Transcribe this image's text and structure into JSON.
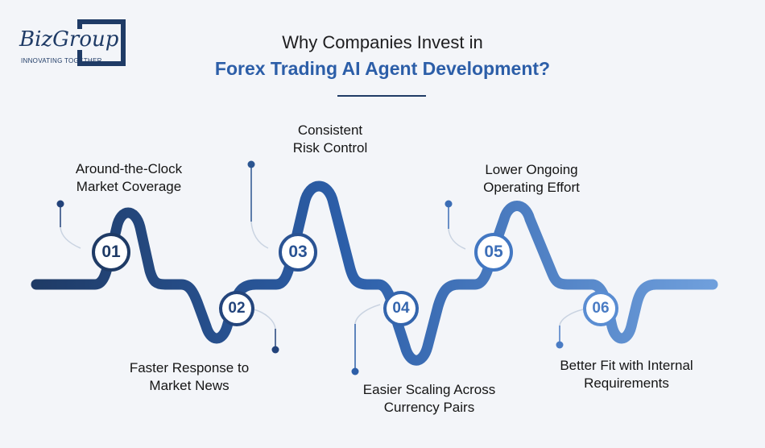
{
  "logo": {
    "name": "BizGroup",
    "tagline": "INNOVATING TOGETHER"
  },
  "header": {
    "title_line1": "Why Companies Invest in",
    "title_line2": "Forex Trading AI Agent Development?"
  },
  "colors": {
    "dark_navy": "#1f3b66",
    "accent_blue": "#2c5ea8",
    "light_blue": "#5b8fd3",
    "background": "#f3f5f9"
  },
  "steps": [
    {
      "number": "01",
      "line1": "Around-the-Clock",
      "line2": "Market Coverage"
    },
    {
      "number": "02",
      "line1": "Faster Response to",
      "line2": "Market News"
    },
    {
      "number": "03",
      "line1": "Consistent",
      "line2": "Risk Control"
    },
    {
      "number": "04",
      "line1": "Easier Scaling Across",
      "line2": "Currency Pairs"
    },
    {
      "number": "05",
      "line1": "Lower Ongoing",
      "line2": "Operating Effort"
    },
    {
      "number": "06",
      "line1": "Better Fit with Internal",
      "line2": "Requirements"
    }
  ]
}
